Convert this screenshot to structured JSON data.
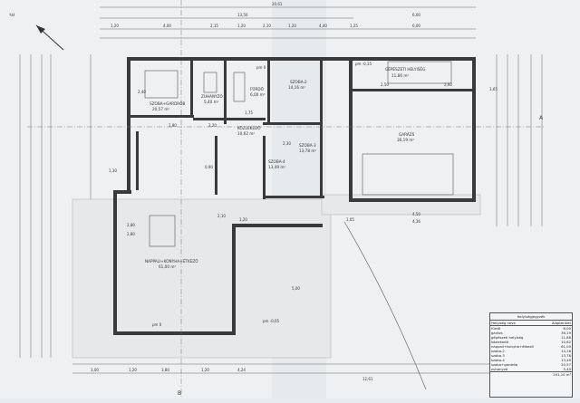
{
  "north_mark": "É",
  "top_dims": {
    "total": "20,61",
    "mid": "13,50",
    "right": "6,00",
    "seg": [
      "1,20",
      "4,00",
      "2,15",
      "1,20",
      "2,10",
      "1,20",
      "4,40",
      "1,25",
      "6,00"
    ]
  },
  "rooms": [
    {
      "id": "szoba-gardrob",
      "name": "SZOBA+GARDRÓB",
      "area": "20,57 m²"
    },
    {
      "id": "zuhanyzo",
      "name": "ZUHANYZÓ",
      "area": "5,40 m²"
    },
    {
      "id": "furdo",
      "name": "FÜRDŐ",
      "area": "6,00 m²"
    },
    {
      "id": "szoba2",
      "name": "SZOBA-2",
      "area": "14,16 m²"
    },
    {
      "id": "kozlekedo",
      "name": "KÖZLEKEDŐ",
      "area": "10,62 m²"
    },
    {
      "id": "szoba3",
      "name": "SZOBA-3",
      "area": "13,78 m²"
    },
    {
      "id": "szoba4",
      "name": "SZOBA-4",
      "area": "13,49 m²"
    },
    {
      "id": "gepeszeti",
      "name": "GÉPÉSZETI HELYISÉG",
      "area": "11,86 m²"
    },
    {
      "id": "garazs",
      "name": "GARÁZS",
      "area": "36,19 m²"
    },
    {
      "id": "nappali",
      "name": "NAPPALI+KONYHA+ÉTKEZŐ",
      "area": "61,00 m²"
    }
  ],
  "floor_marks": {
    "pm0": "pm 0",
    "pm005": "pm -0,05",
    "pm015": "pm -0,15"
  },
  "section_marks": {
    "a": "A",
    "b": "B"
  },
  "bottom_dims": {
    "total": "12,61",
    "seg": [
      "3,00",
      "1,20",
      "3,80",
      "1,20",
      "4,24"
    ]
  },
  "interior_dims": [
    "2,40",
    "1,80",
    "2,20",
    "1,75",
    "2,30",
    "2,50",
    "4,50",
    "2,60",
    "3,65",
    "2,80",
    "5,00",
    "2,80",
    "2,10",
    "1,05",
    "1,20",
    "4,36",
    "1,30",
    "0,90"
  ],
  "table": {
    "title": "Helyiségjegyzék",
    "headers": [
      "Helyiség neve",
      "Alapterület"
    ],
    "rows": [
      [
        "fürdő",
        "6,00"
      ],
      [
        "garázs",
        "36,19"
      ],
      [
        "gépészeti helyiség",
        "11,86"
      ],
      [
        "közlekedő",
        "10,62"
      ],
      [
        "nappali+konyha+étkező",
        "61,00"
      ],
      [
        "szoba-2",
        "14,16"
      ],
      [
        "szoba-3",
        "13,78"
      ],
      [
        "szoba-4",
        "13,49"
      ],
      [
        "szoba+gardrób",
        "20,57"
      ],
      [
        "zuhanyzó",
        "5,40"
      ]
    ],
    "total": "201,10 m²"
  }
}
